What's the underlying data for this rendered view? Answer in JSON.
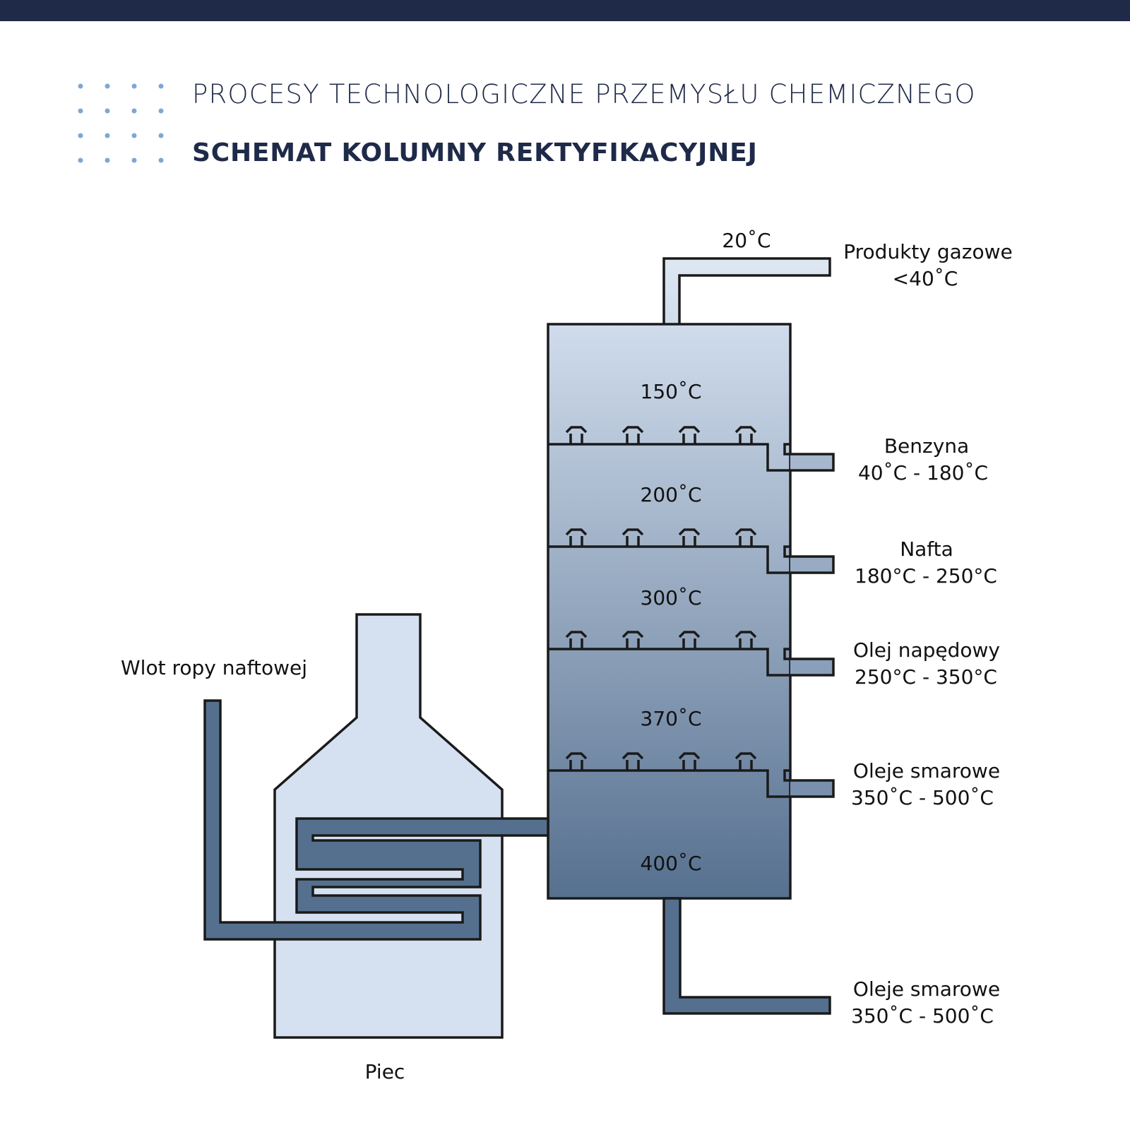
{
  "header": {
    "subtitle": "PROCESY TECHNOLOGICZNE PRZEMYSŁU CHEMICZNEGO",
    "title": "SCHEMAT KOLUMNY REKTYFIKACYJNEJ"
  },
  "colors": {
    "navy": "#1f2a49",
    "dots": "#7fa7d3",
    "light_fill": "#d5e0f0",
    "pipe_fill": "#55708f",
    "column_top": "#d0dcec",
    "column_bottom": "#56708f",
    "outline": "#1a1a1a"
  },
  "diagram": {
    "inlet_label": "Wlot ropy naftowej",
    "furnace_label": "Piec",
    "column_temperatures": [
      "150˚C",
      "200˚C",
      "300˚C",
      "370˚C",
      "400˚C"
    ],
    "top_pipe_temperature": "20˚C",
    "outputs": [
      {
        "name": "Produkty gazowe",
        "range": "<40˚C"
      },
      {
        "name": "Benzyna",
        "range": "40˚C - 180˚C"
      },
      {
        "name": "Nafta",
        "range": "180°C - 250°C"
      },
      {
        "name": "Olej napędowy",
        "range": "250°C - 350°C"
      },
      {
        "name": "Oleje smarowe",
        "range": "350˚C - 500˚C"
      },
      {
        "name": "Oleje smarowe",
        "range": "350˚C - 500˚C"
      }
    ]
  }
}
